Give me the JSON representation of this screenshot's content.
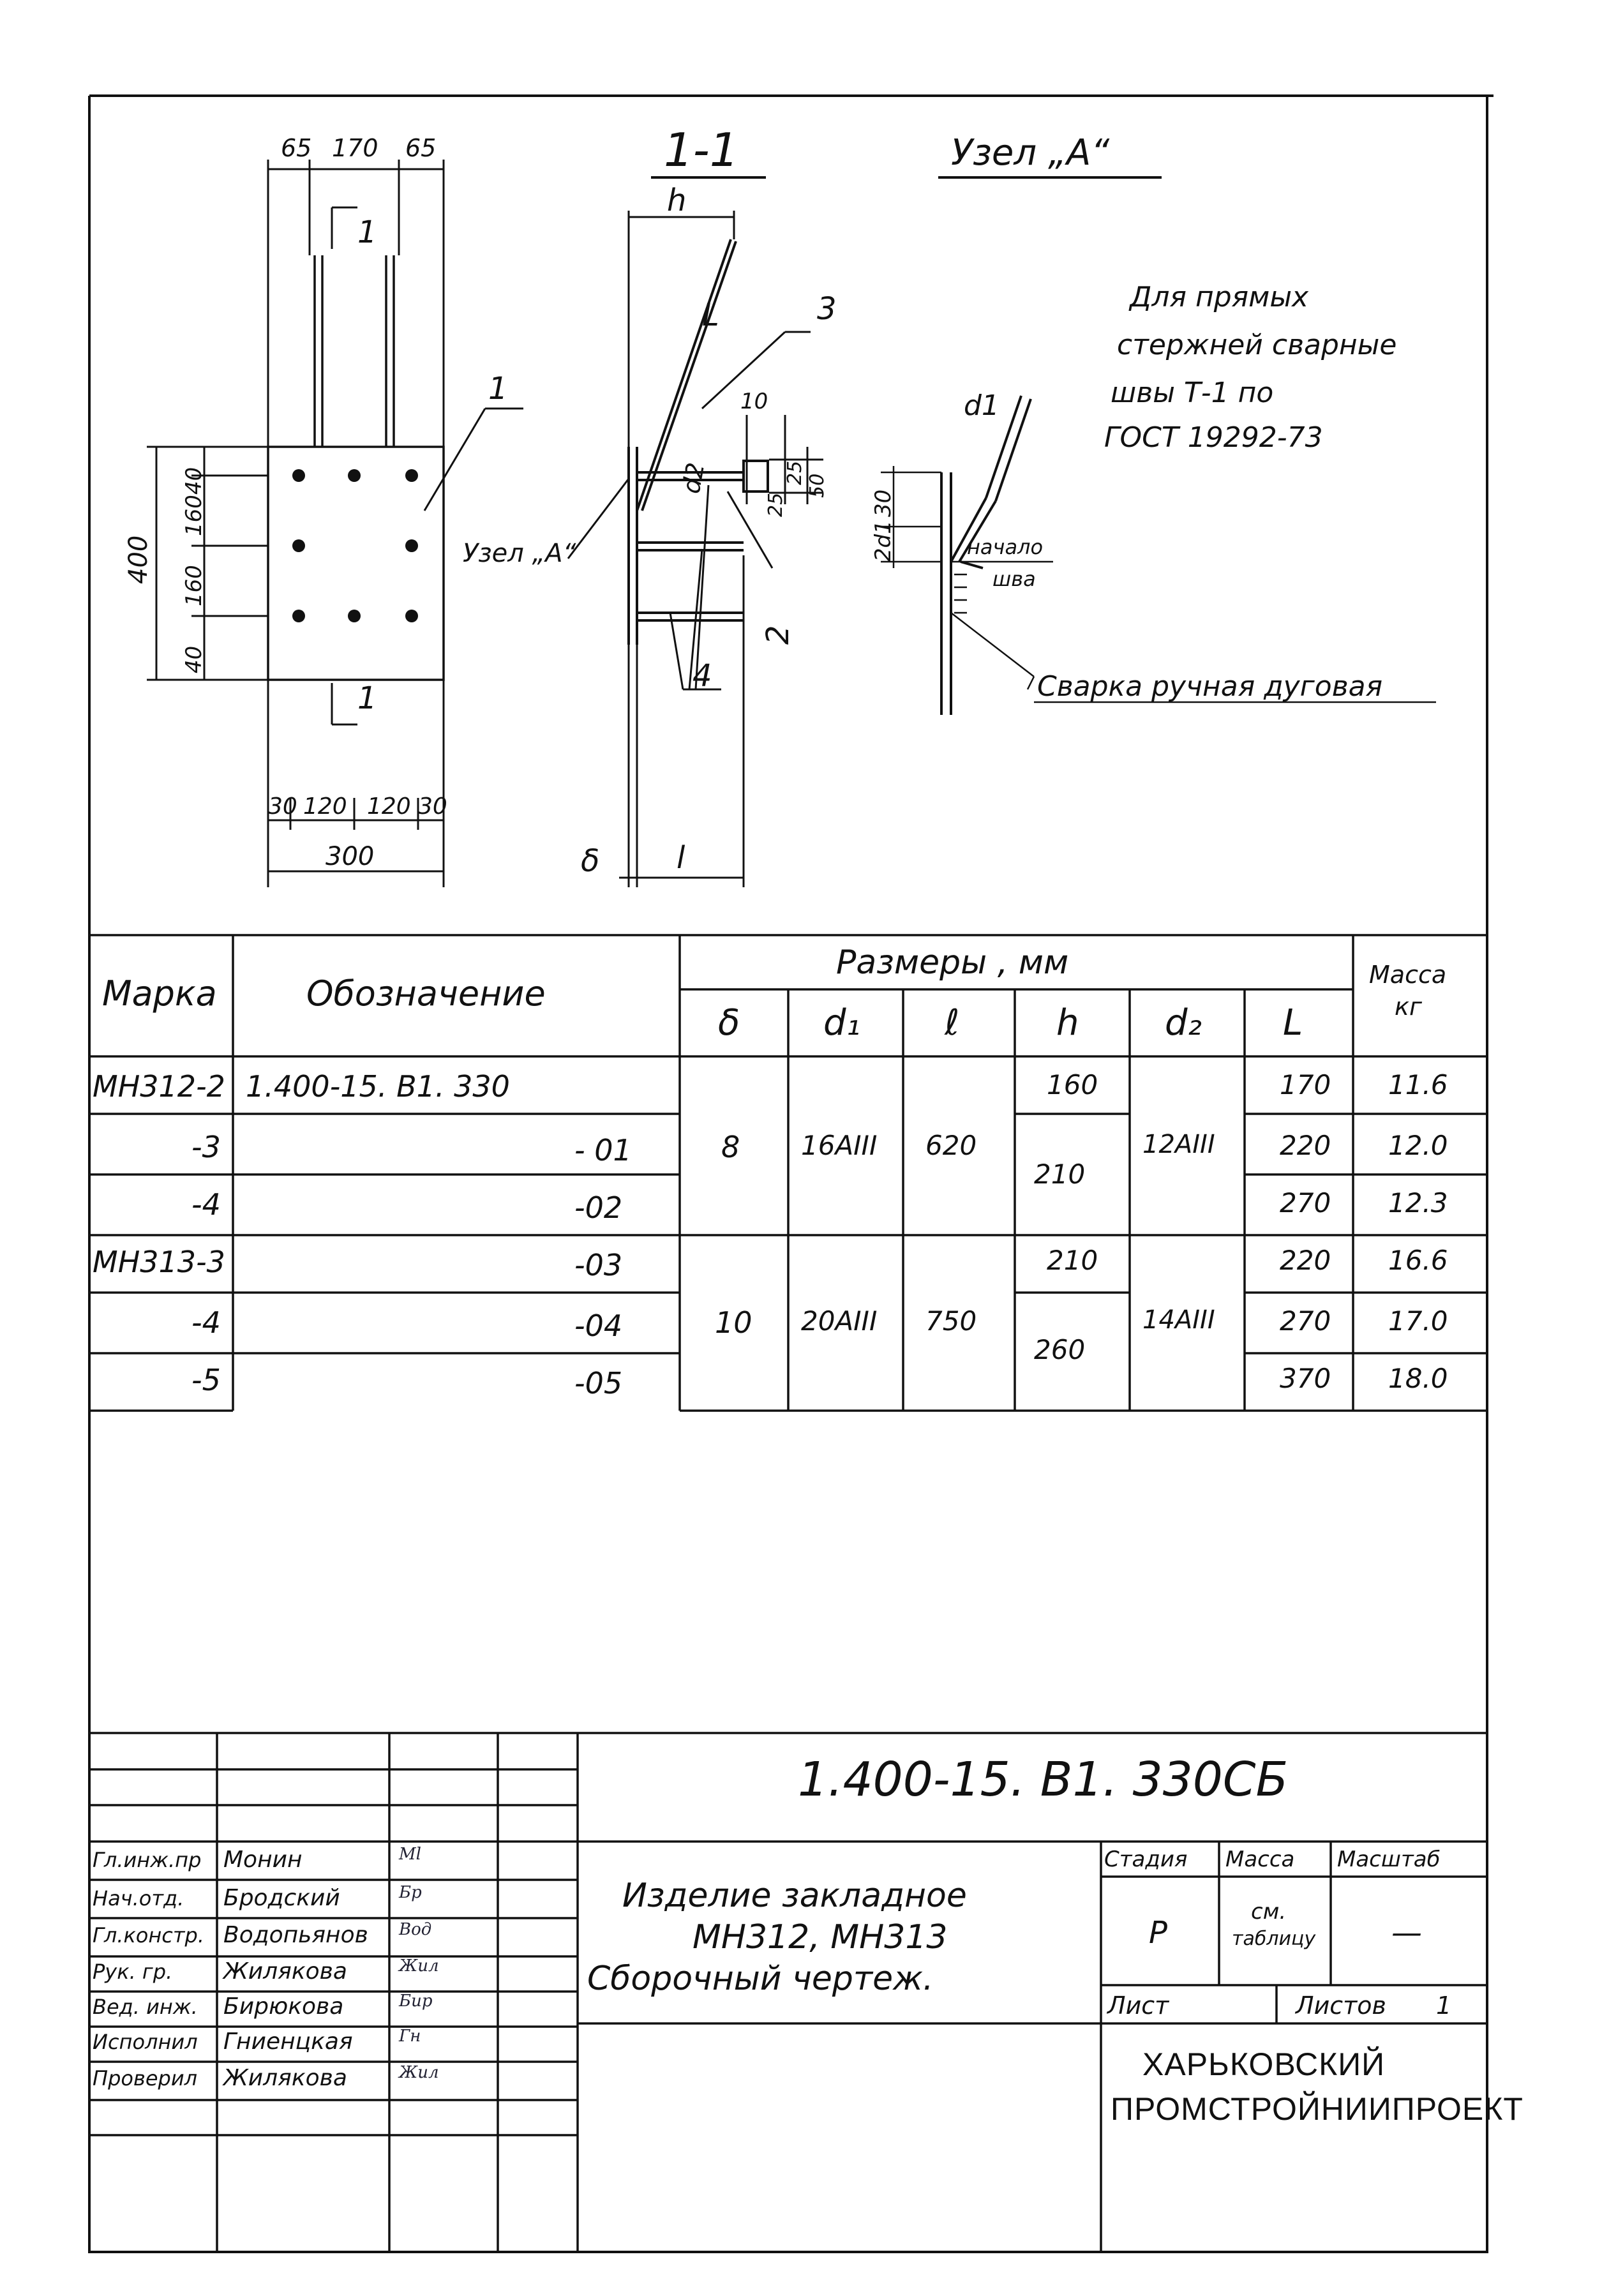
{
  "drawing": {
    "section_title": "1-1",
    "node_title": "Узел „А“",
    "node_callout": "Узел „А“",
    "weld_note": [
      "Для прямых",
      "стержней сварные",
      "швы Т-1 по",
      "ГОСТ 19292-73"
    ],
    "weld_start": [
      "начало",
      "шва"
    ],
    "welding_type": "Сварка ручная дуговая",
    "section_mark": "1",
    "positions": [
      "1",
      "2",
      "3",
      "4"
    ],
    "dims_top": [
      "65",
      "170",
      "65"
    ],
    "dims_bottom": [
      "30",
      "120",
      "120",
      "30"
    ],
    "dim_width": "300",
    "dim_height": "400",
    "dims_left": [
      "40",
      "160",
      "160",
      "40"
    ],
    "dims_node": [
      "10",
      "25",
      "25",
      "50",
      "30",
      "2d1"
    ],
    "labels": {
      "h": "h",
      "l": "l",
      "delta": "δ",
      "L": "L",
      "d1": "d1",
      "d2": "d2"
    }
  },
  "spec_table": {
    "headers": {
      "mark": "Марка",
      "designation": "Обозначение",
      "sizes_group": "Размеры , мм",
      "mass": [
        "Масса",
        "кг"
      ],
      "delta": "δ",
      "d1": "d₁",
      "l": "ℓ",
      "h": "h",
      "d2": "d₂",
      "L": "L"
    },
    "rows": [
      {
        "mark": "МН312-2",
        "designation": "1.400-15. В1. 330",
        "L": "170",
        "mass": "11.6"
      },
      {
        "mark": "-3",
        "designation": "- 01",
        "L": "220",
        "mass": "12.0"
      },
      {
        "mark": "-4",
        "designation": "-02",
        "L": "270",
        "mass": "12.3"
      },
      {
        "mark": "МН313-3",
        "designation": "-03",
        "L": "220",
        "mass": "16.6"
      },
      {
        "mark": "-4",
        "designation": "-04",
        "L": "270",
        "mass": "17.0"
      },
      {
        "mark": "-5",
        "designation": "-05",
        "L": "370",
        "mass": "18.0"
      }
    ],
    "merged": {
      "g1": {
        "delta": "8",
        "d1": "16АIII",
        "l": "620",
        "d2": "12АIII",
        "h_top": "160",
        "h_rest": "210"
      },
      "g2": {
        "delta": "10",
        "d1": "20АIII",
        "l": "750",
        "d2": "14АIII",
        "h_top": "210",
        "h_rest": "260"
      }
    }
  },
  "title_block": {
    "doc_code": "1.400-15. В1. 330СБ",
    "product_title": [
      "Изделие закладное",
      "МН312, МН313",
      "Сборочный чертеж."
    ],
    "stage_label": "Стадия",
    "mass_label": "Масса",
    "scale_label": "Масштаб",
    "stage_value": "Р",
    "mass_value": [
      "см.",
      "таблицу"
    ],
    "scale_value": "—",
    "sheet_label": "Лист",
    "sheets_label": "Листов",
    "sheets_value": "1",
    "organization": [
      "ХАРЬКОВСКИЙ",
      "ПРОМСТРОЙНИИПРОЕКТ"
    ],
    "staff": [
      {
        "role": "Гл.инж.пр",
        "name": "Монин",
        "sign": "Ml"
      },
      {
        "role": "Нач.отд.",
        "name": "Бродский",
        "sign": "Бр"
      },
      {
        "role": "Гл.констр.",
        "name": "Водопьянов",
        "sign": "Вод"
      },
      {
        "role": "Рук. гр.",
        "name": "Жилякова",
        "sign": "Жил"
      },
      {
        "role": "Вед. инж.",
        "name": "Бирюкова",
        "sign": "Бир"
      },
      {
        "role": "Исполнил",
        "name": "Гниенцкая",
        "sign": "Гн"
      },
      {
        "role": "Проверил",
        "name": "Жилякова",
        "sign": "Жил"
      }
    ]
  }
}
